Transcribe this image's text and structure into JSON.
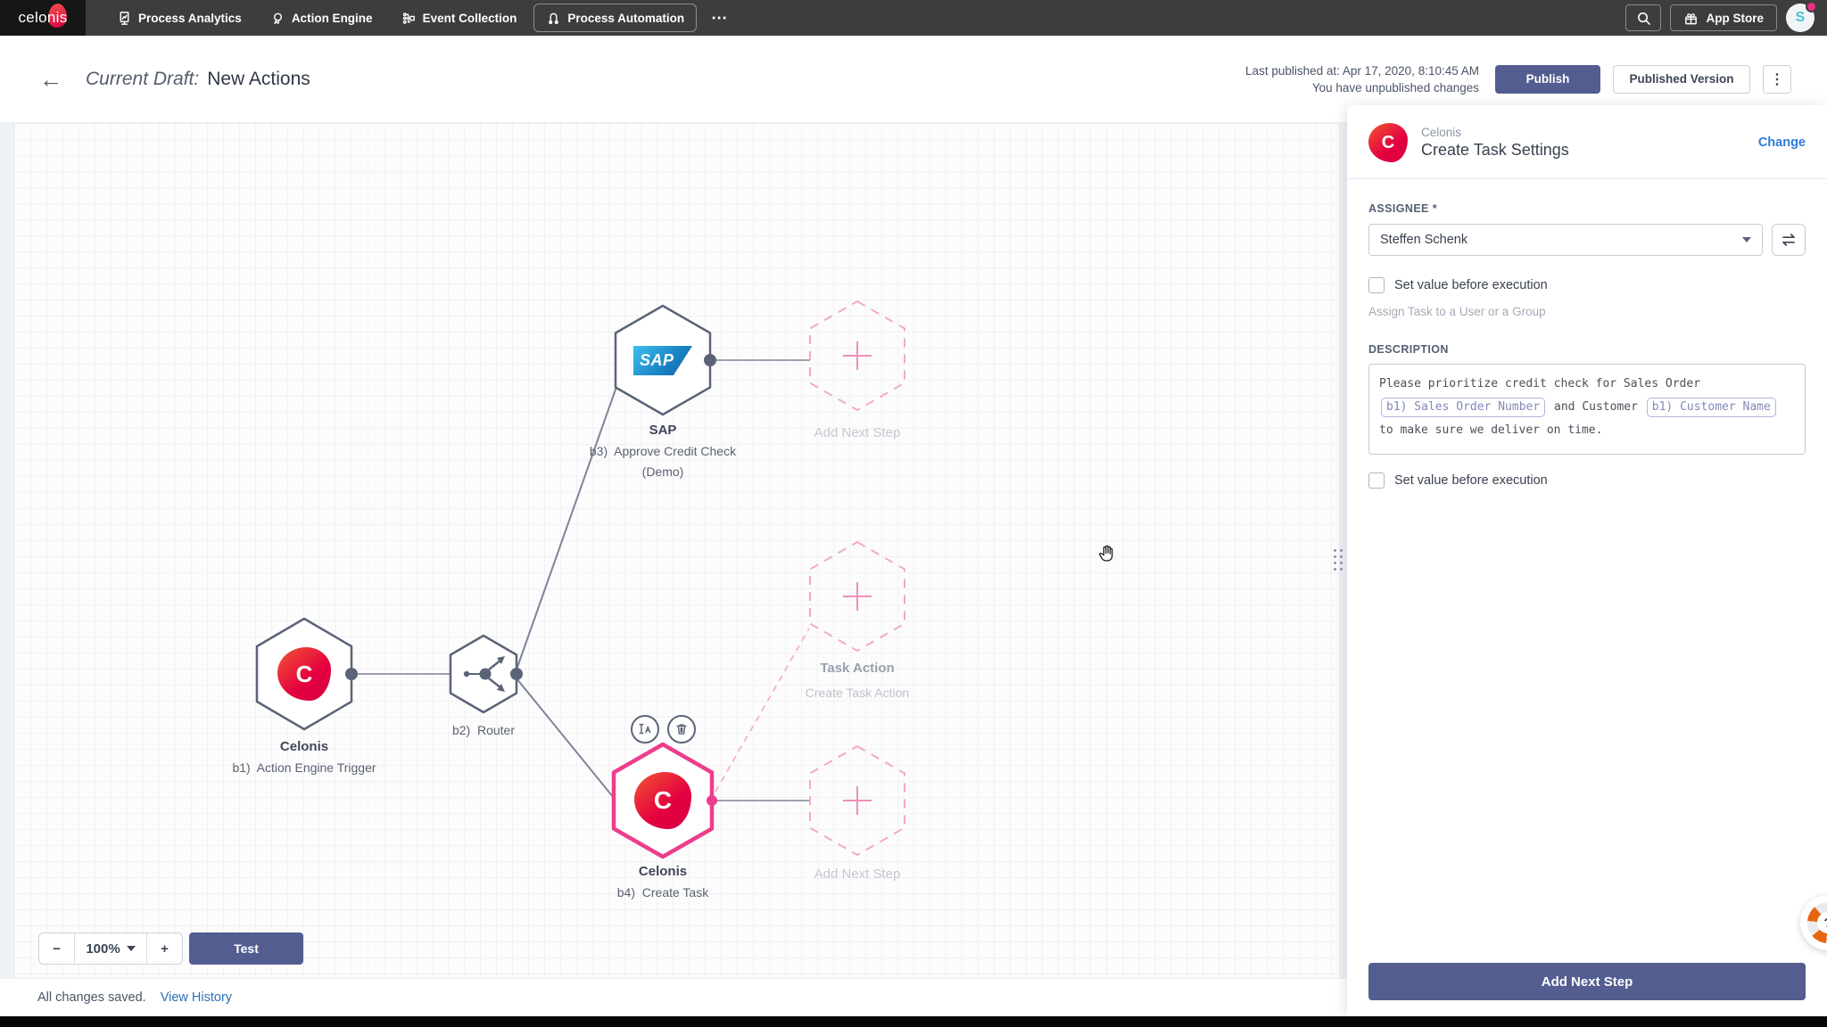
{
  "topnav": {
    "logo": "celonis",
    "items": [
      {
        "label": "Process Analytics"
      },
      {
        "label": "Action Engine"
      },
      {
        "label": "Event Collection"
      },
      {
        "label": "Process Automation"
      }
    ],
    "more_icon": "⋯",
    "app_store": "App Store",
    "avatar_initial": "S"
  },
  "header": {
    "back_icon": "←",
    "title_prefix": "Current Draft:",
    "title": "New Actions",
    "last_published": "Last published at: Apr 17, 2020, 8:10:45 AM",
    "unpublished": "You have unpublished changes",
    "publish": "Publish",
    "published_version": "Published Version",
    "menu_icon": "⋮"
  },
  "canvas": {
    "sap": {
      "title": "SAP",
      "line1": "b3)  Approve Credit Check",
      "line2": "(Demo)",
      "logo_text": "SAP"
    },
    "add_next_top": "Add Next Step",
    "trigger": {
      "title": "Celonis",
      "line1": "b1)  Action Engine Trigger",
      "logo_text": "C"
    },
    "router": {
      "label": "b2)  Router"
    },
    "task_action": {
      "title": "Task Action",
      "subtitle": "Create Task Action"
    },
    "create_task": {
      "title": "Celonis",
      "line1": "b4)  Create Task",
      "logo_text": "C"
    },
    "add_next_bottom": "Add Next Step",
    "zoom": {
      "minus": "−",
      "value": "100%",
      "plus": "+"
    },
    "test": "Test"
  },
  "footer": {
    "saved": "All changes saved.",
    "view_history": "View History"
  },
  "panel": {
    "app": "Celonis",
    "title": "Create Task Settings",
    "change": "Change",
    "logo_text": "C",
    "assignee_label": "ASSIGNEE",
    "required_mark": "*",
    "assignee_value": "Steffen Schenk",
    "set_value": "Set value before execution",
    "assignee_hint": "Assign Task to a User or a Group",
    "description_label": "DESCRIPTION",
    "description": {
      "line1": "Please prioritize credit check for Sales Order",
      "token1": "b1) Sales Order Number",
      "mid": "and Customer",
      "token2": "b1) Customer Name",
      "line3": "to make sure we deliver on time."
    },
    "add_next_step": "Add Next Step",
    "help_icon": "?"
  },
  "colors": {
    "accent_pink": "#ee3d8a",
    "primary_button": "#535d90",
    "link_blue": "#2e7cd6",
    "nav_bg": "#3d3d3d",
    "node_border": "#5b6477",
    "sap_blue": "#1b86c5",
    "celonis_red": "#e4003f"
  }
}
